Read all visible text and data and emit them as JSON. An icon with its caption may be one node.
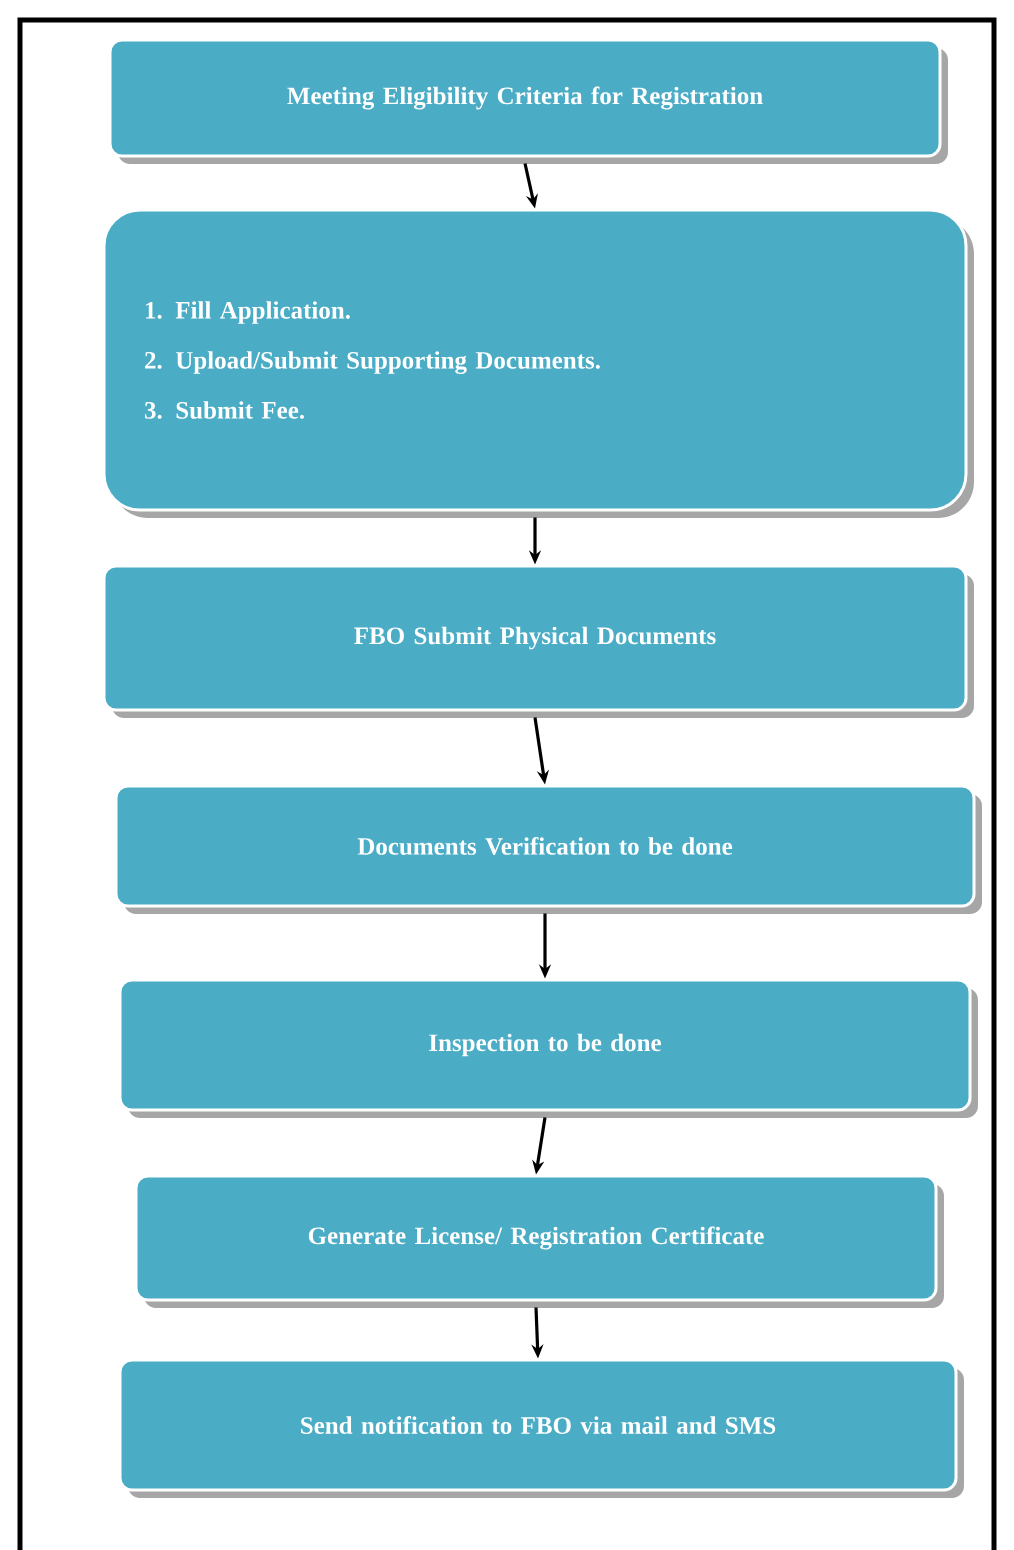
{
  "diagram": {
    "nodes": [
      {
        "text": [
          "Meeting Eligibility Criteria for Registration"
        ]
      },
      {
        "text": [
          "1. Fill Application.",
          "2. Upload/Submit Supporting Documents.",
          "3. Submit Fee."
        ]
      },
      {
        "text": [
          "FBO Submit Physical Documents"
        ]
      },
      {
        "text": [
          "Documents Verification to be done"
        ]
      },
      {
        "text": [
          "Inspection to be done"
        ]
      },
      {
        "text": [
          "Generate License/ Registration Certificate"
        ]
      },
      {
        "text": [
          "Send notification to FBO via mail and SMS"
        ]
      }
    ],
    "edges": [
      {
        "from": 0,
        "to": 1,
        "arrow": "to"
      },
      {
        "from": 1,
        "to": 2,
        "arrow": "to"
      },
      {
        "from": 2,
        "to": 3,
        "arrow": "to"
      },
      {
        "from": 3,
        "to": 4,
        "arrow": "to"
      },
      {
        "from": 4,
        "to": 5,
        "arrow": "to"
      },
      {
        "from": 5,
        "to": 6,
        "arrow": "to"
      }
    ]
  }
}
